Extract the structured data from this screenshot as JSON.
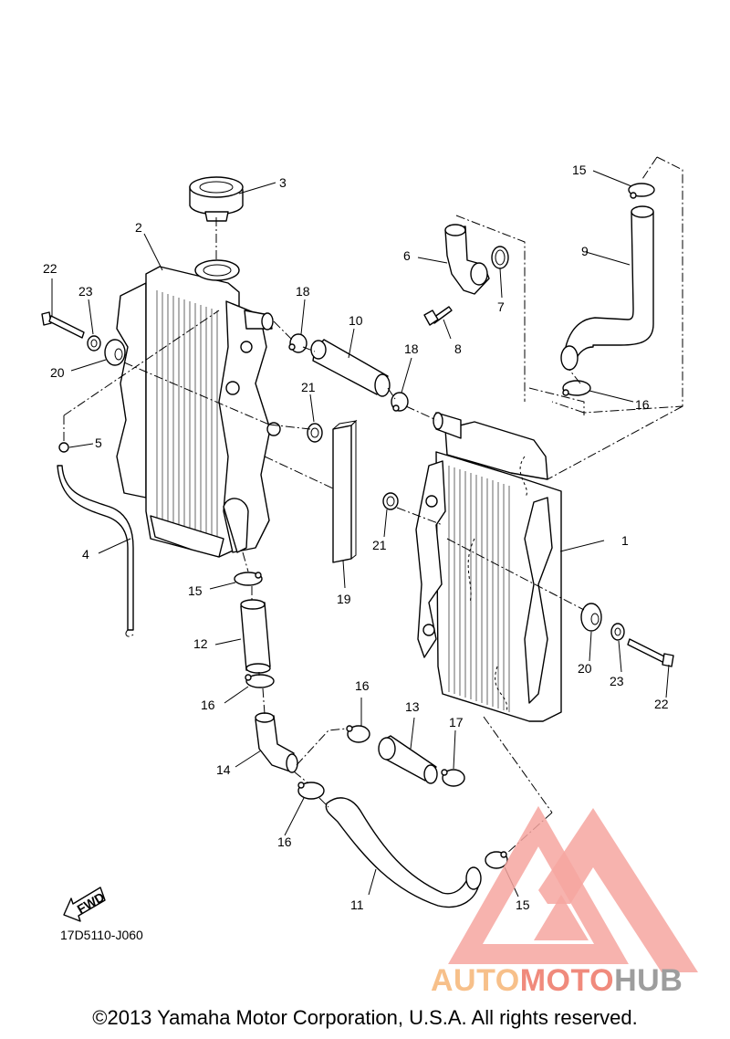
{
  "diagram_code": "17D5110-J060",
  "copyright": "©2013 Yamaha Motor Corporation, U.S.A. All rights reserved.",
  "fwd_label": "FWD",
  "watermark": {
    "part1": "AUTO",
    "part2": "MOTO",
    "part3": "HUB"
  },
  "callouts": {
    "c1": "1",
    "c2": "2",
    "c3": "3",
    "c4": "4",
    "c5": "5",
    "c6": "6",
    "c7": "7",
    "c8": "8",
    "c9": "9",
    "c10": "10",
    "c11": "11",
    "c12": "12",
    "c13": "13",
    "c14": "14",
    "c15a": "15",
    "c15b": "15",
    "c15c": "15",
    "c16a": "16",
    "c16b": "16",
    "c16c": "16",
    "c16d": "16",
    "c17": "17",
    "c18a": "18",
    "c18b": "18",
    "c19": "19",
    "c20a": "20",
    "c20b": "20",
    "c21a": "21",
    "c21b": "21",
    "c22a": "22",
    "c22b": "22",
    "c23a": "23",
    "c23b": "23"
  },
  "colors": {
    "watermark_red": "#f6a6a0",
    "watermark_orange": "#f7c08a",
    "watermark_gray": "#9d9d9d"
  }
}
